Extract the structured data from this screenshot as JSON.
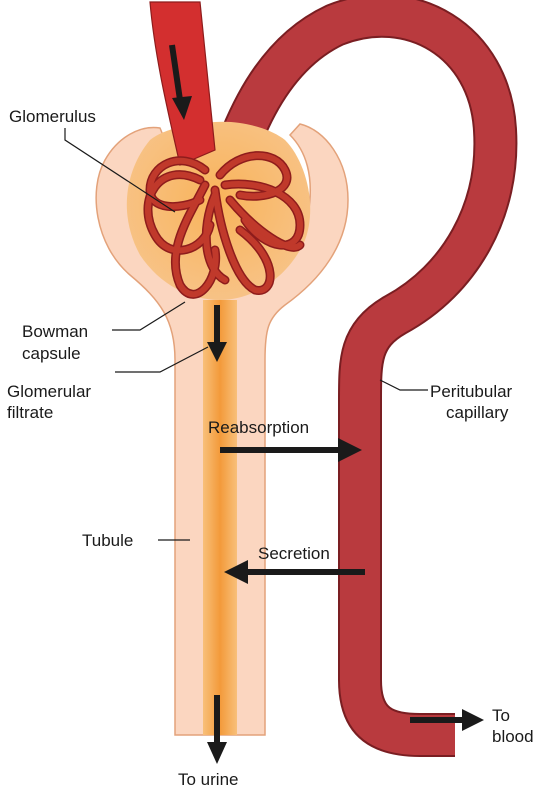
{
  "labels": {
    "glomerulus": "Glomerulus",
    "bowman_line1": "Bowman",
    "bowman_line2": "capsule",
    "filtrate_line1": "Glomerular",
    "filtrate_line2": "filtrate",
    "peritubular_line1": "Peritubular",
    "peritubular_line2": "capillary",
    "reabsorption": "Reabsorption",
    "secretion": "Secretion",
    "tubule": "Tubule",
    "to_blood_line1": "To",
    "to_blood_line2": "blood",
    "to_urine": "To urine"
  },
  "colors": {
    "vessel": "#b93a3e",
    "vessel_outline": "#7a1e22",
    "afferent": "#cf2b2b",
    "capsule_fill": "#fbd6c0",
    "capsule_outline": "#e3a27a",
    "lumen": "#f6a94e",
    "glomerulus": "#c0392b",
    "arrow": "#1a1a1a"
  }
}
